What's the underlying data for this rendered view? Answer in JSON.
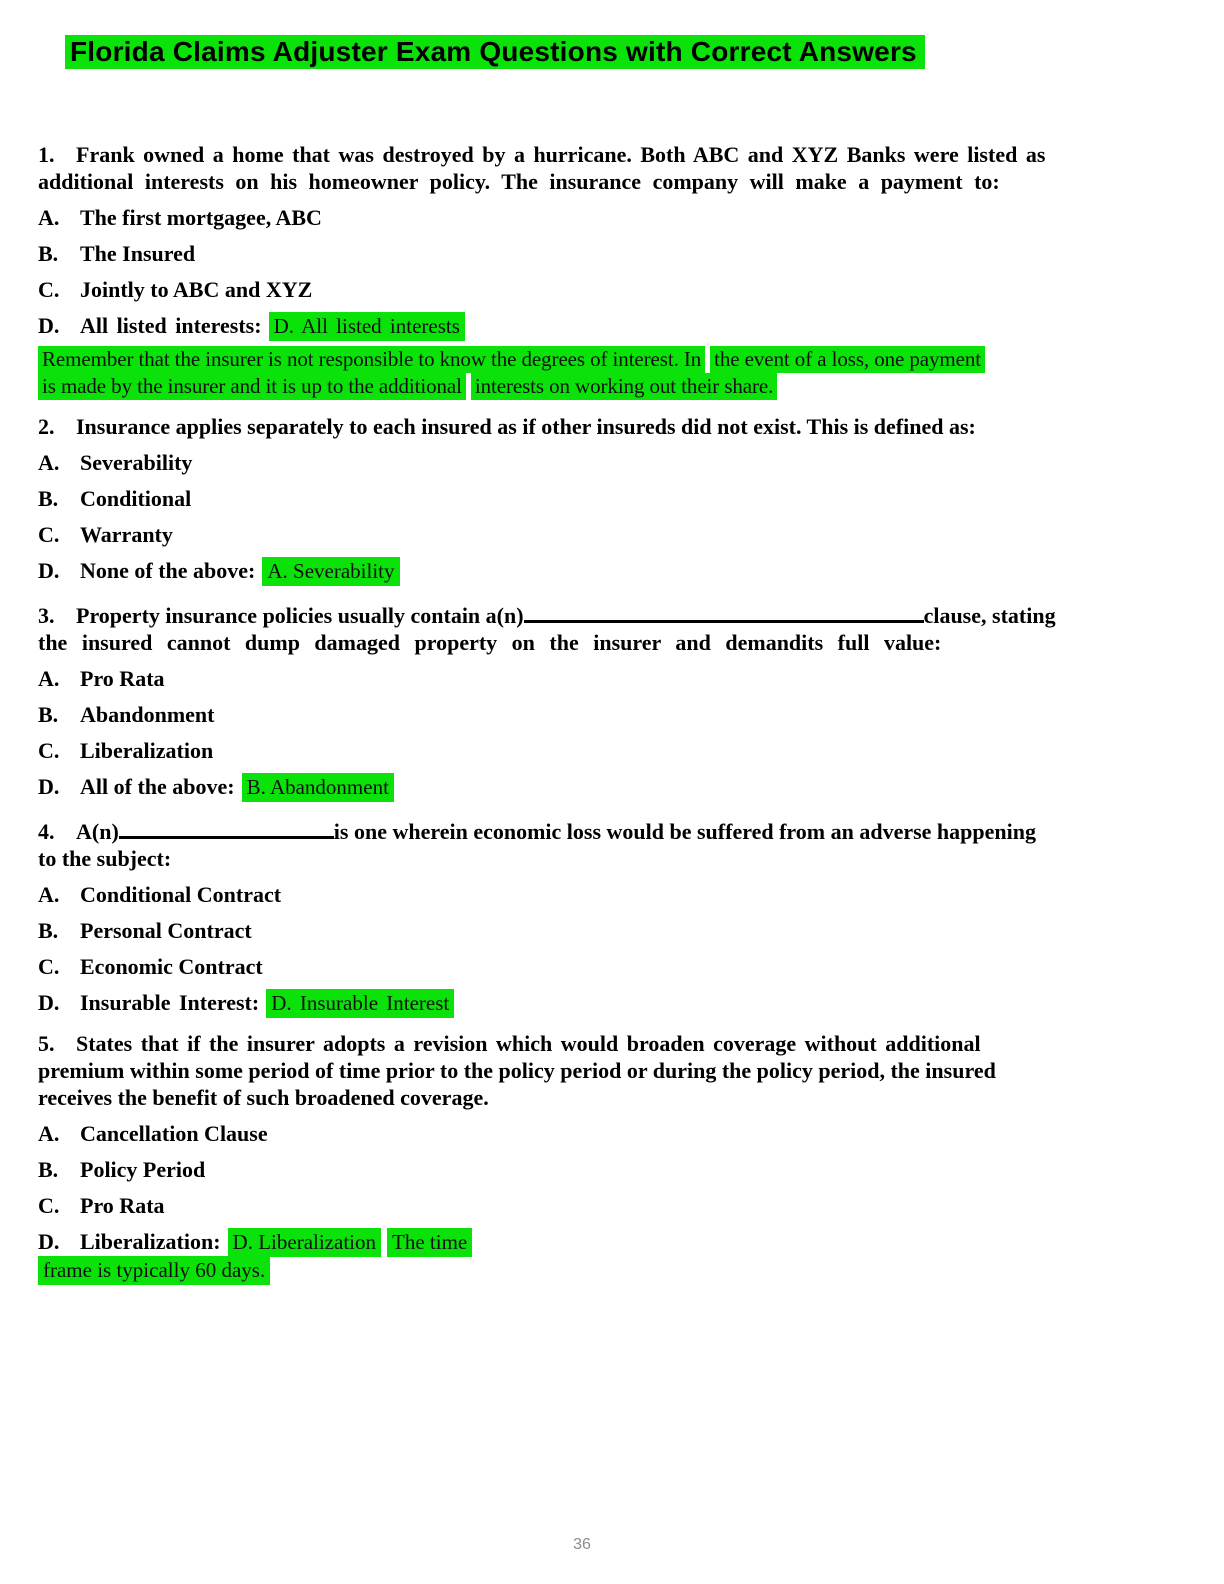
{
  "colors": {
    "highlight_green": "#0ae20a",
    "text_black": "#000000",
    "page_number_gray": "#8c8c8c"
  },
  "title": "Florida Claims Adjuster Exam Questions with Correct Answers",
  "page_number": "36",
  "questions": [
    {
      "number": "1.",
      "line1": "Frank owned a home that was destroyed by a hurricane. Both ABC and XYZ Banks were listed as",
      "line2": "additional interests on his homeowner policy. The insurance company will make a payment to:",
      "options": [
        {
          "label": "A.",
          "text": "The first mortgagee, ABC"
        },
        {
          "label": "B.",
          "text": "The Insured"
        },
        {
          "label": "C.",
          "text": "Jointly to ABC and XYZ"
        },
        {
          "label": "D.",
          "text": "All listed interests:",
          "answer": "D. All listed interests"
        }
      ],
      "explanation": {
        "line1_part1": "Remember that the insurer is not responsible to know the degrees of interest. In",
        "line1_part2": "the event of a loss, one payment",
        "line2_part1": "is made by the insurer and it is up to the additional",
        "line2_part2": "interests on working out their share."
      }
    },
    {
      "number": "2.",
      "line1": "Insurance applies separately to each insured as if other insureds did not exist. This is defined as:",
      "options": [
        {
          "label": "A.",
          "text": "Severability"
        },
        {
          "label": "B.",
          "text": "Conditional"
        },
        {
          "label": "C.",
          "text": "Warranty"
        },
        {
          "label": "D.",
          "text": "None of the above:",
          "answer": "A. Severability"
        }
      ]
    },
    {
      "number": "3.",
      "line1_pre": "Property insurance policies usually contain a(n)",
      "line1_post": "clause, stating",
      "line2": "the insured cannot dump damaged property on the insurer and demandits full value:",
      "options": [
        {
          "label": "A.",
          "text": "Pro Rata"
        },
        {
          "label": "B.",
          "text": "Abandonment"
        },
        {
          "label": "C.",
          "text": "Liberalization"
        },
        {
          "label": "D.",
          "text": "All of the above:",
          "answer": "B. Abandonment"
        }
      ]
    },
    {
      "number": "4.",
      "line1_pre": "A(n)",
      "line1_post": "is one wherein economic loss would be suffered from an adverse happening",
      "line2": "to the subject:",
      "options": [
        {
          "label": "A.",
          "text": "Conditional Contract"
        },
        {
          "label": "B.",
          "text": "Personal Contract"
        },
        {
          "label": "C.",
          "text": "Economic Contract"
        },
        {
          "label": "D.",
          "text": "Insurable Interest:",
          "answer": "D. Insurable Interest"
        }
      ]
    },
    {
      "number": "5.",
      "line1": "States that if the insurer adopts a revision which would broaden coverage without additional",
      "line2": "premium within some period of time prior to the policy period or during the policy period, the insured",
      "line3": "receives the benefit of such broadened coverage.",
      "options": [
        {
          "label": "A.",
          "text": "Cancellation Clause"
        },
        {
          "label": "B.",
          "text": "Policy Period"
        },
        {
          "label": "C.",
          "text": "Pro Rata"
        },
        {
          "label": "D.",
          "text": "Liberalization:",
          "answer": "D. Liberalization",
          "answer_extra": "The time",
          "answer_continuation": "frame is typically 60 days."
        }
      ]
    }
  ]
}
